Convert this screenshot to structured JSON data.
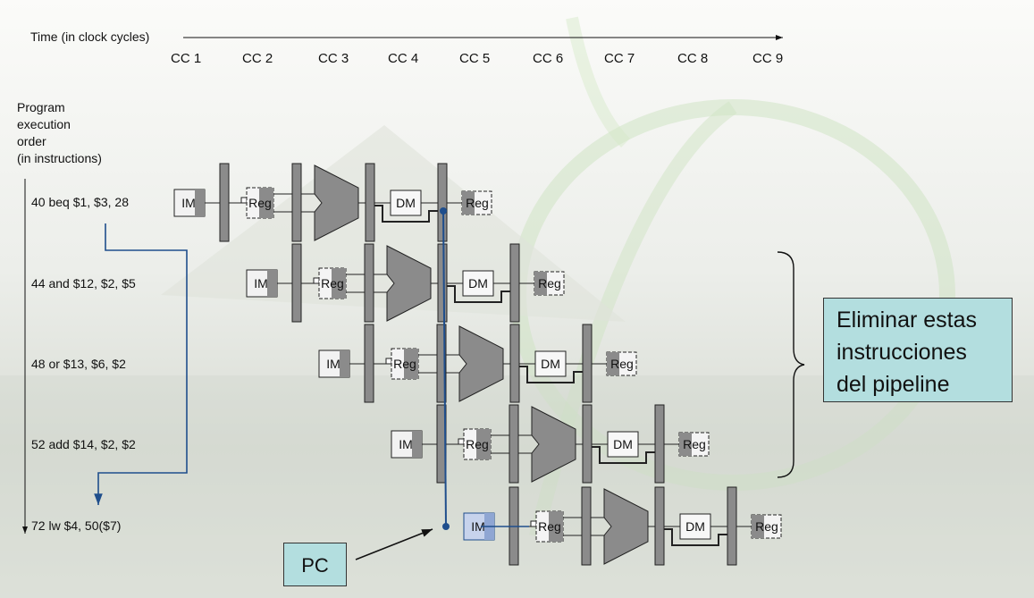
{
  "time_axis": {
    "label": "Time (in clock cycles)",
    "cycles": [
      "CC 1",
      "CC 2",
      "CC 3",
      "CC 4",
      "CC 5",
      "CC 6",
      "CC 7",
      "CC 8",
      "CC 9"
    ]
  },
  "order_label": [
    "Program",
    "execution",
    "order",
    "(in instructions)"
  ],
  "instructions": [
    {
      "text": "40 beq $1, $3, 28"
    },
    {
      "text": "44 and $12, $2, $5"
    },
    {
      "text": "48 or $13, $6, $2"
    },
    {
      "text": "52 add $14, $2, $2"
    },
    {
      "text": "72 lw $4, 50($7)"
    }
  ],
  "stage_labels": {
    "im": "IM",
    "reg": "Reg",
    "dm": "DM"
  },
  "callout": {
    "lines": [
      "Eliminar estas",
      "instrucciones",
      "del pipeline"
    ]
  },
  "pc_label": "PC",
  "colors": {
    "unit_gray": "#8b8b8b",
    "pc_line": "#1f4e8c",
    "callout_bg": "#b3dedf"
  }
}
